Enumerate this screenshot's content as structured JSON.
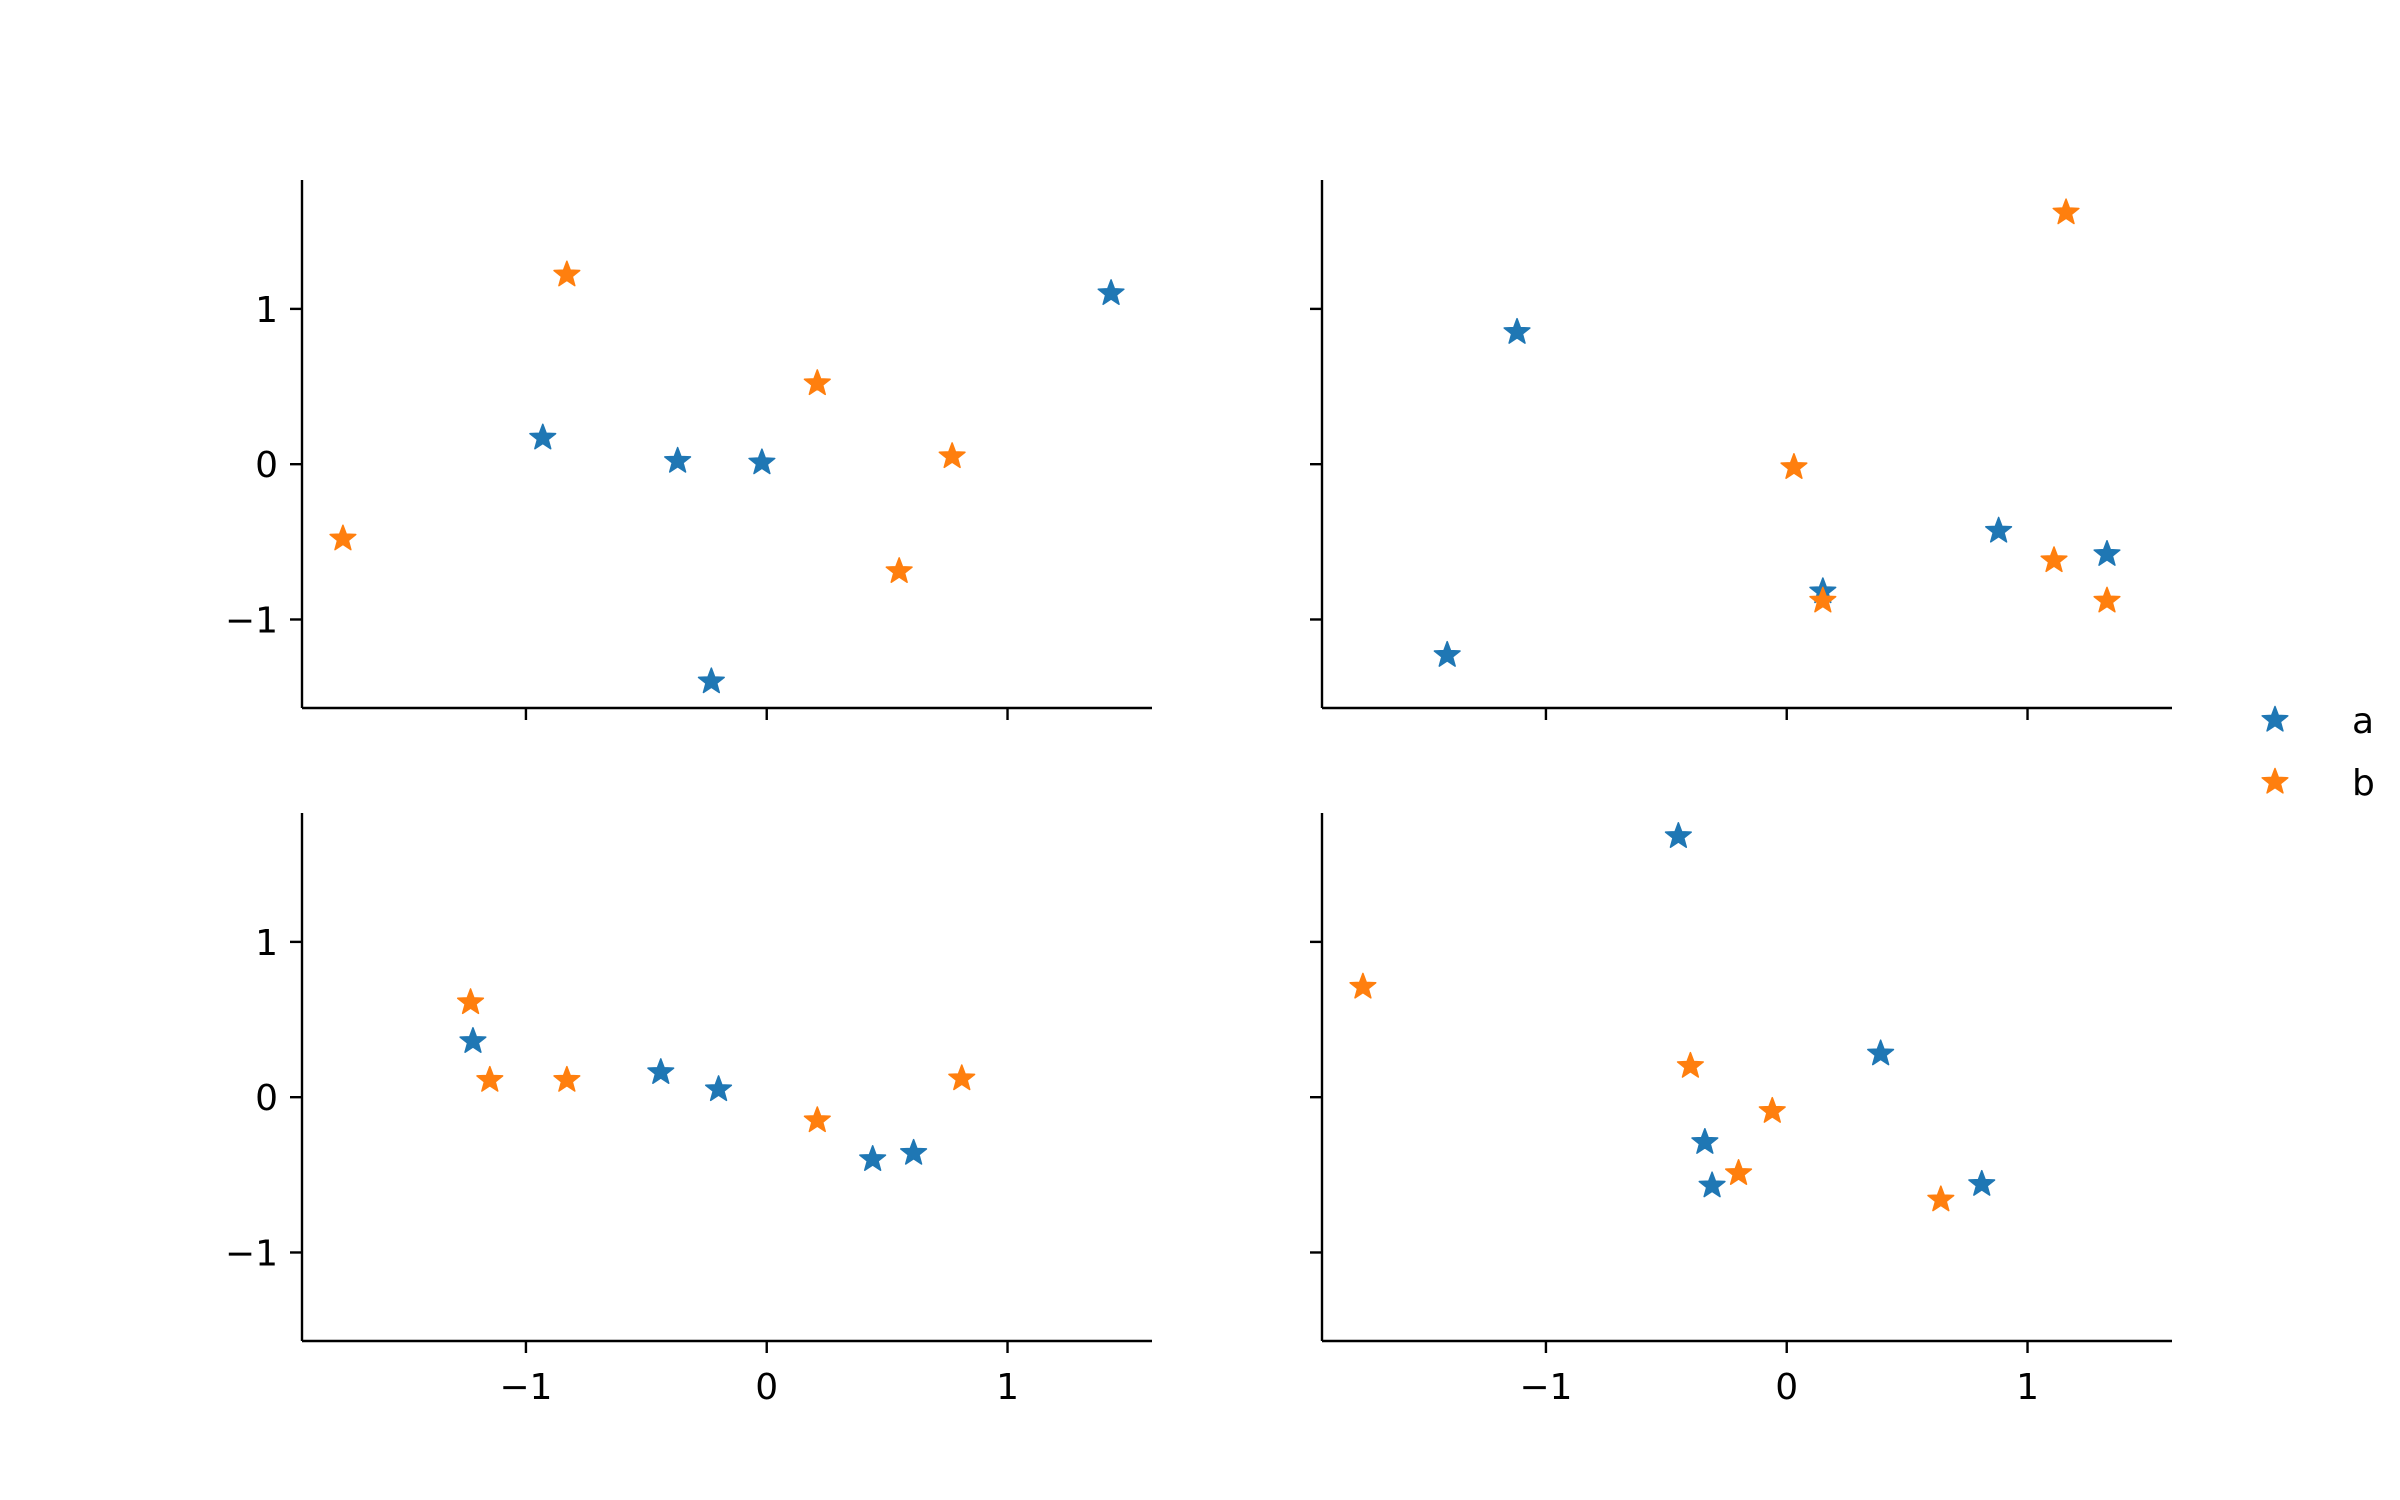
{
  "chart_data": {
    "type": "scatter",
    "layout": "2x2 grid, shared x and y axes",
    "marker": "star",
    "xlim": [
      -1.93,
      1.6
    ],
    "ylim": [
      -1.57,
      1.83
    ],
    "x_ticks": [
      -1,
      0,
      1
    ],
    "x_tick_labels": [
      "−1",
      "0",
      "1"
    ],
    "y_ticks": [
      -1,
      0,
      1
    ],
    "y_tick_labels": [
      "−1",
      "0",
      "1"
    ],
    "grid": false,
    "spines": "left and bottom only",
    "legend": {
      "placement": "outside right, center",
      "entries": [
        {
          "label": "a",
          "color": "#1f77b4"
        },
        {
          "label": "b",
          "color": "#ff7f0e"
        }
      ]
    },
    "colors": {
      "a": "#1f77b4",
      "b": "#ff7f0e"
    },
    "subplots": [
      {
        "series": [
          {
            "name": "a",
            "x": [
              -0.93,
              -0.37,
              -0.02,
              -0.23,
              1.43
            ],
            "y": [
              0.17,
              0.02,
              0.01,
              -1.4,
              1.1
            ]
          },
          {
            "name": "b",
            "x": [
              -1.76,
              -0.83,
              0.21,
              0.55,
              0.77
            ],
            "y": [
              -0.48,
              1.22,
              0.52,
              -0.69,
              0.05
            ]
          }
        ]
      },
      {
        "series": [
          {
            "name": "a",
            "x": [
              -1.41,
              -1.12,
              0.15,
              0.88,
              1.33
            ],
            "y": [
              -1.23,
              0.85,
              -0.82,
              -0.43,
              -0.58
            ]
          },
          {
            "name": "b",
            "x": [
              0.03,
              0.15,
              1.11,
              1.16,
              1.33
            ],
            "y": [
              -0.02,
              -0.88,
              -0.62,
              1.62,
              -0.88
            ]
          }
        ]
      },
      {
        "series": [
          {
            "name": "a",
            "x": [
              -1.22,
              -0.44,
              -0.2,
              0.44,
              0.61
            ],
            "y": [
              0.36,
              0.16,
              0.05,
              -0.4,
              -0.36
            ]
          },
          {
            "name": "b",
            "x": [
              -1.23,
              -1.15,
              -0.83,
              0.21,
              0.81
            ],
            "y": [
              0.61,
              0.11,
              0.11,
              -0.15,
              0.12
            ]
          }
        ]
      },
      {
        "series": [
          {
            "name": "a",
            "x": [
              -0.45,
              -0.34,
              -0.31,
              0.39,
              0.81
            ],
            "y": [
              1.68,
              -0.29,
              -0.57,
              0.28,
              -0.56
            ]
          },
          {
            "name": "b",
            "x": [
              -1.76,
              -0.4,
              -0.2,
              -0.06,
              0.64
            ],
            "y": [
              0.71,
              0.2,
              -0.49,
              -0.09,
              -0.66
            ]
          }
        ]
      }
    ]
  }
}
